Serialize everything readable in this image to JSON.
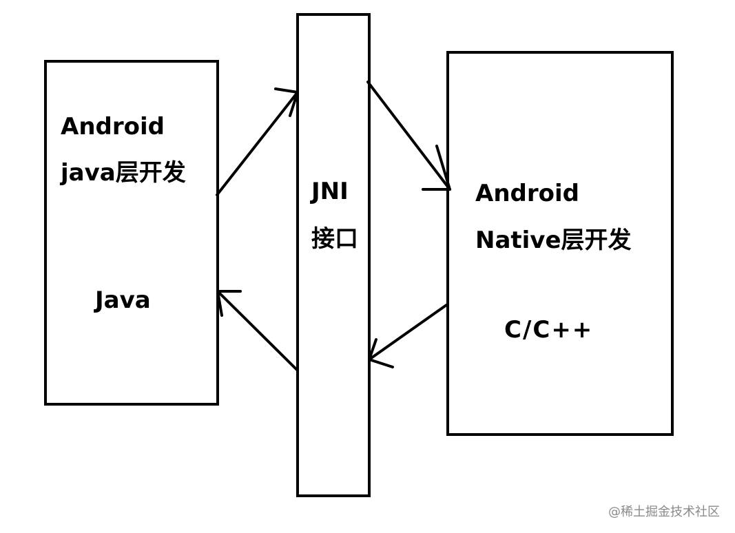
{
  "left_box": {
    "title_line1": "Android",
    "title_line2": "java层开发",
    "language": "Java"
  },
  "center_box": {
    "title_line1": "JNI",
    "title_line2": "接口"
  },
  "right_box": {
    "title_line1": "Android",
    "title_line2": "Native层开发",
    "language": "C/C++"
  },
  "watermark": "@稀土掘金技术社区",
  "colors": {
    "stroke": "#000000",
    "background": "#ffffff",
    "watermark": "#8a8a8a"
  }
}
